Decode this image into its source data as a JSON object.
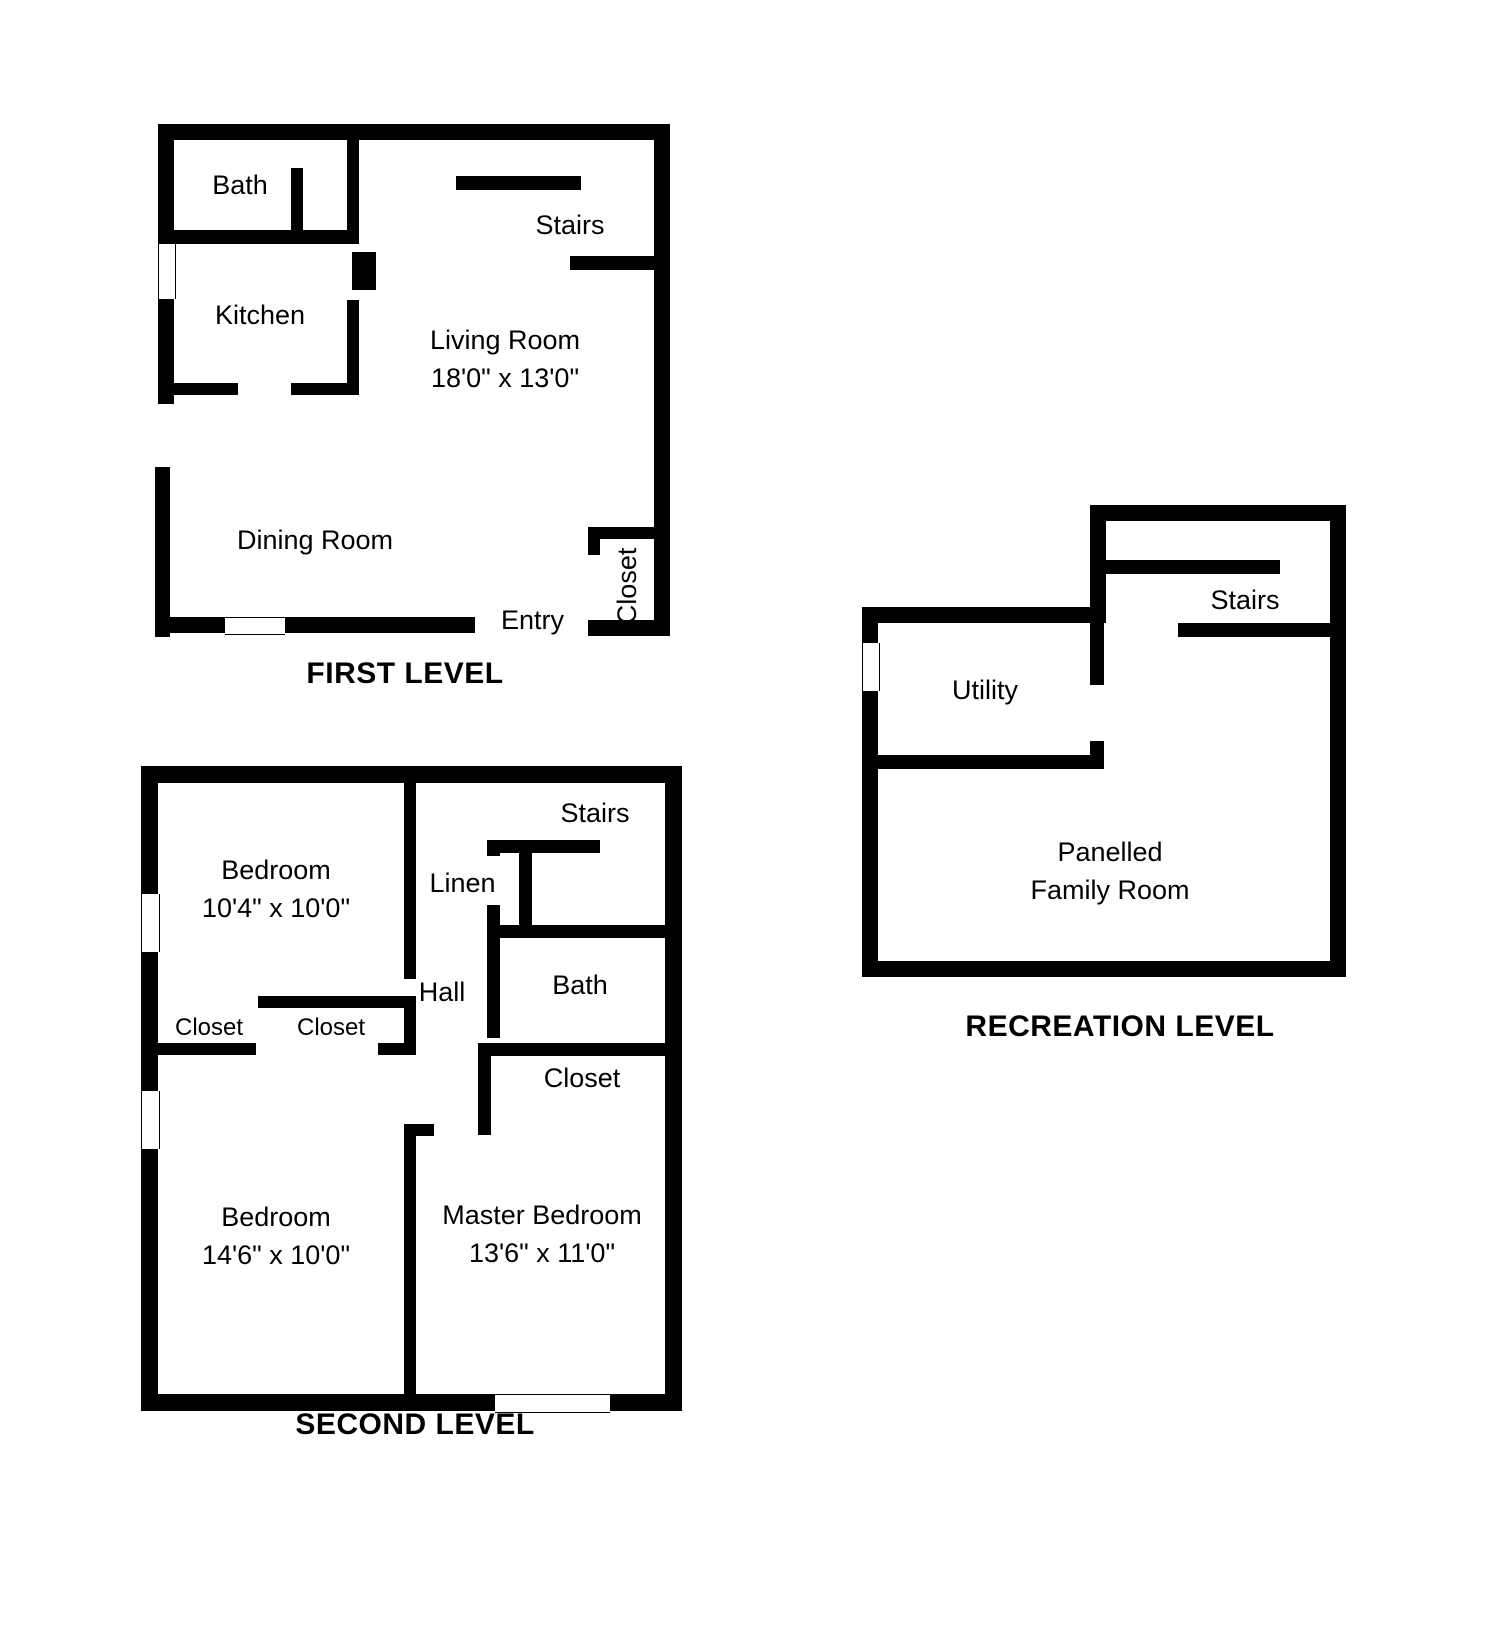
{
  "document": {
    "type": "floor-plan",
    "levels": [
      {
        "id": "first",
        "title": "FIRST LEVEL",
        "rooms": [
          {
            "name": "Bath",
            "dimensions": ""
          },
          {
            "name": "Kitchen",
            "dimensions": ""
          },
          {
            "name": "Stairs",
            "dimensions": ""
          },
          {
            "name": "Living Room",
            "dimensions": "18'0\" x 13'0\""
          },
          {
            "name": "Dining Room",
            "dimensions": ""
          },
          {
            "name": "Closet",
            "dimensions": ""
          },
          {
            "name": "Entry",
            "dimensions": ""
          }
        ]
      },
      {
        "id": "second",
        "title": "SECOND LEVEL",
        "rooms": [
          {
            "name": "Bedroom",
            "dimensions": "10'4\" x 10'0\""
          },
          {
            "name": "Stairs",
            "dimensions": ""
          },
          {
            "name": "Linen",
            "dimensions": ""
          },
          {
            "name": "Hall",
            "dimensions": ""
          },
          {
            "name": "Bath",
            "dimensions": ""
          },
          {
            "name": "Closet",
            "dimensions": ""
          },
          {
            "name": "Closet",
            "dimensions": ""
          },
          {
            "name": "Closet",
            "dimensions": ""
          },
          {
            "name": "Bedroom",
            "dimensions": "14'6\" x 10'0\""
          },
          {
            "name": "Master Bedroom",
            "dimensions": "13'6\" x 11'0\""
          }
        ]
      },
      {
        "id": "recreation",
        "title": "RECREATION LEVEL",
        "rooms": [
          {
            "name": "Stairs",
            "dimensions": ""
          },
          {
            "name": "Utility",
            "dimensions": ""
          },
          {
            "name": "Panelled\nFamily Room",
            "dimensions": ""
          }
        ]
      }
    ]
  },
  "first_level": {
    "title": "FIRST LEVEL",
    "bath": "Bath",
    "kitchen": "Kitchen",
    "stairs": "Stairs",
    "living_room_name": "Living Room",
    "living_room_dims": "18'0\" x 13'0\"",
    "dining_room": "Dining Room",
    "closet": "Closet",
    "entry": "Entry"
  },
  "second_level": {
    "title": "SECOND LEVEL",
    "bedroom1_name": "Bedroom",
    "bedroom1_dims": "10'4\" x 10'0\"",
    "stairs": "Stairs",
    "linen": "Linen",
    "hall": "Hall",
    "bath": "Bath",
    "closet_left": "Closet",
    "closet_mid": "Closet",
    "closet_right": "Closet",
    "bedroom2_name": "Bedroom",
    "bedroom2_dims": "14'6\" x 10'0\"",
    "master_name": "Master Bedroom",
    "master_dims": "13'6\" x 11'0\""
  },
  "recreation_level": {
    "title": "RECREATION LEVEL",
    "stairs": "Stairs",
    "utility": "Utility",
    "family_room_line1": "Panelled",
    "family_room_line2": "Family Room"
  },
  "colors": {
    "wall": "#000000",
    "background": "#ffffff",
    "text": "#000000"
  }
}
